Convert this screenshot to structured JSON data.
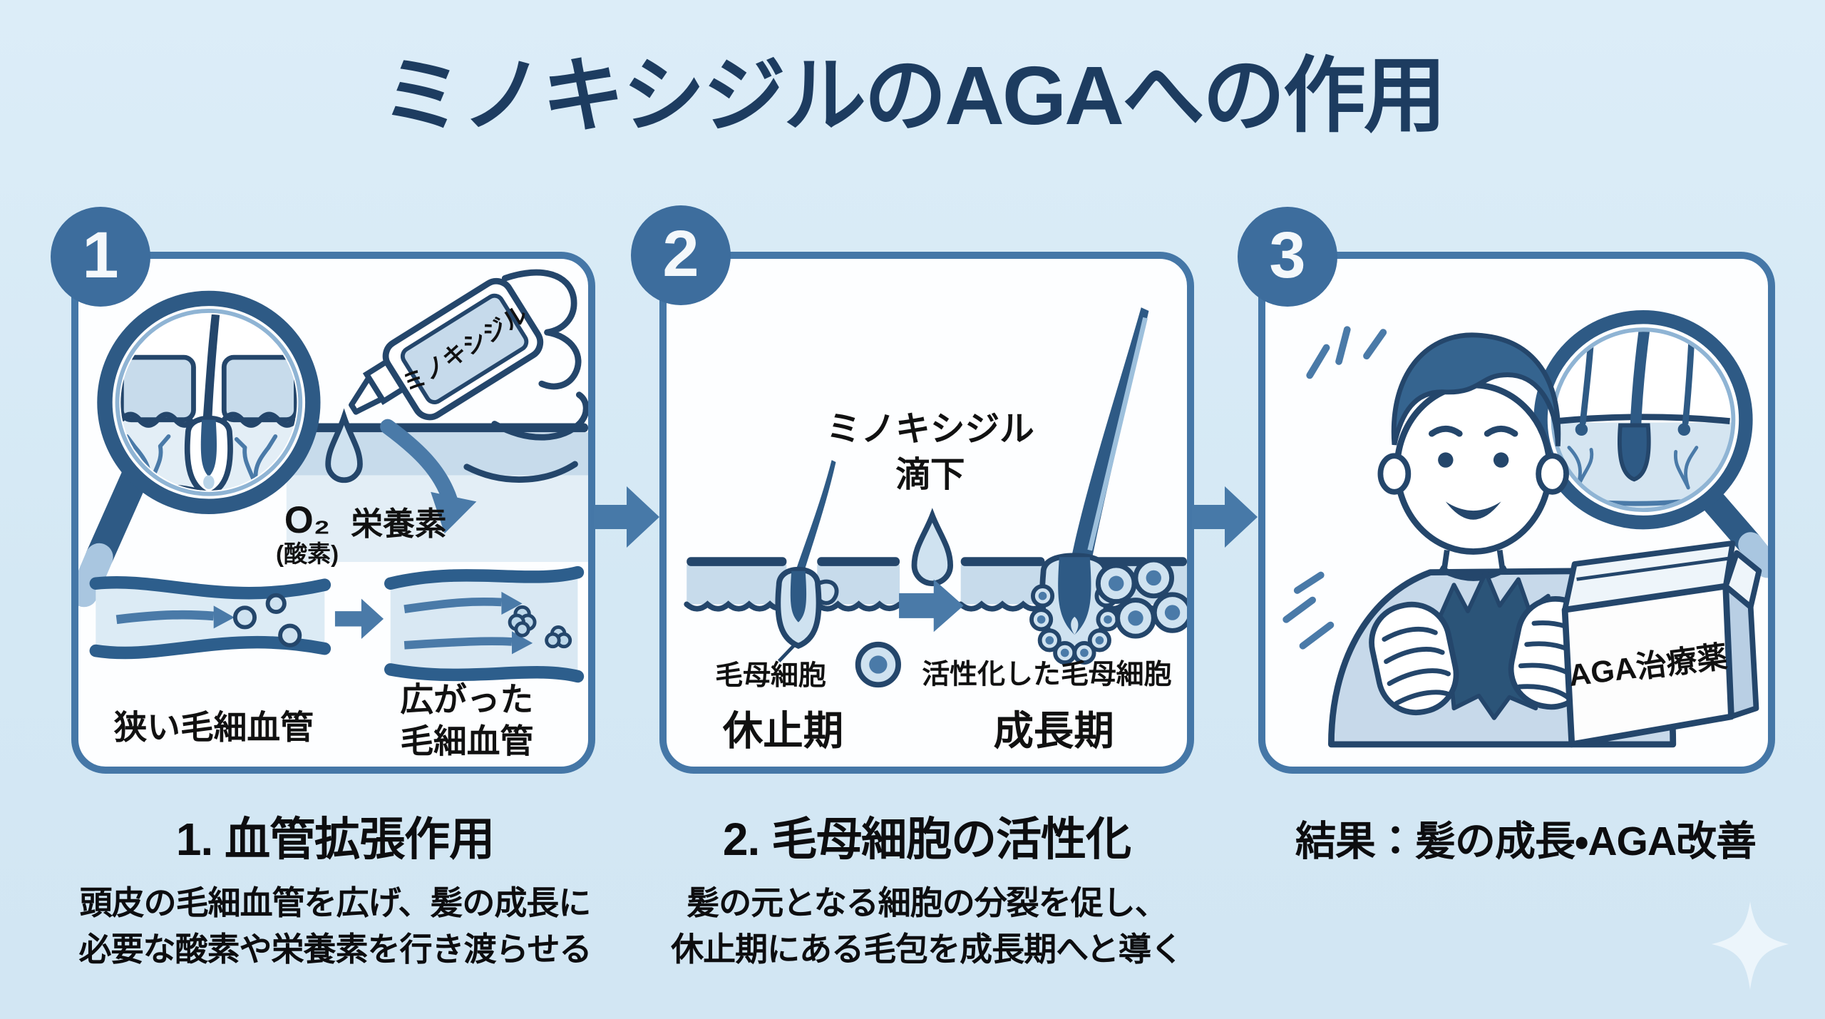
{
  "title": "ミノキシジルのAGAへの作用",
  "colors": {
    "background": "#d6e9f5",
    "title_text": "#1d3c60",
    "panel_border": "#4577a7",
    "panel_background": "#fdfeff",
    "badge_fill": "#3d6d9d",
    "dark_outline": "#24466b",
    "mid_blue": "#4a7aa8",
    "light_blue_fill": "#c7dbeb",
    "pale_blue_fill": "#e3eef6",
    "caption_text": "#0d0d0f",
    "sparkle": "#ecf5fb"
  },
  "panels": [
    {
      "number": "1",
      "illustration": {
        "bottle_label": "ミノキシジル",
        "oxygen": "O₂",
        "oxygen_note": "(酸素)",
        "nutrients": "栄養素",
        "narrow_vessel": "狭い毛細血管",
        "widened_vessel_line1": "広がった",
        "widened_vessel_line2": "毛細血管"
      },
      "caption": {
        "title": "1. 血管拡張作用",
        "body_line1": "頭皮の毛細血管を広げ、髪の成長に",
        "body_line2": "必要な酸素や栄養素を行き渡らせる"
      }
    },
    {
      "number": "2",
      "illustration": {
        "drip_label_line1": "ミノキシジル",
        "drip_label_line2": "滴下",
        "matrix_cells": "毛母細胞",
        "telogen_phase": "休止期",
        "activated_matrix_cells": "活性化した毛母細胞",
        "anagen_phase": "成長期"
      },
      "caption": {
        "title": "2. 毛母細胞の活性化",
        "body_line1": "髪の元となる細胞の分裂を促し、",
        "body_line2": "休止期にある毛包を成長期へと導く"
      }
    },
    {
      "number": "3",
      "illustration": {
        "medicine_box_label": "AGA治療薬"
      },
      "caption": {
        "title": "結果：髪の成長・AGA改善"
      }
    }
  ]
}
